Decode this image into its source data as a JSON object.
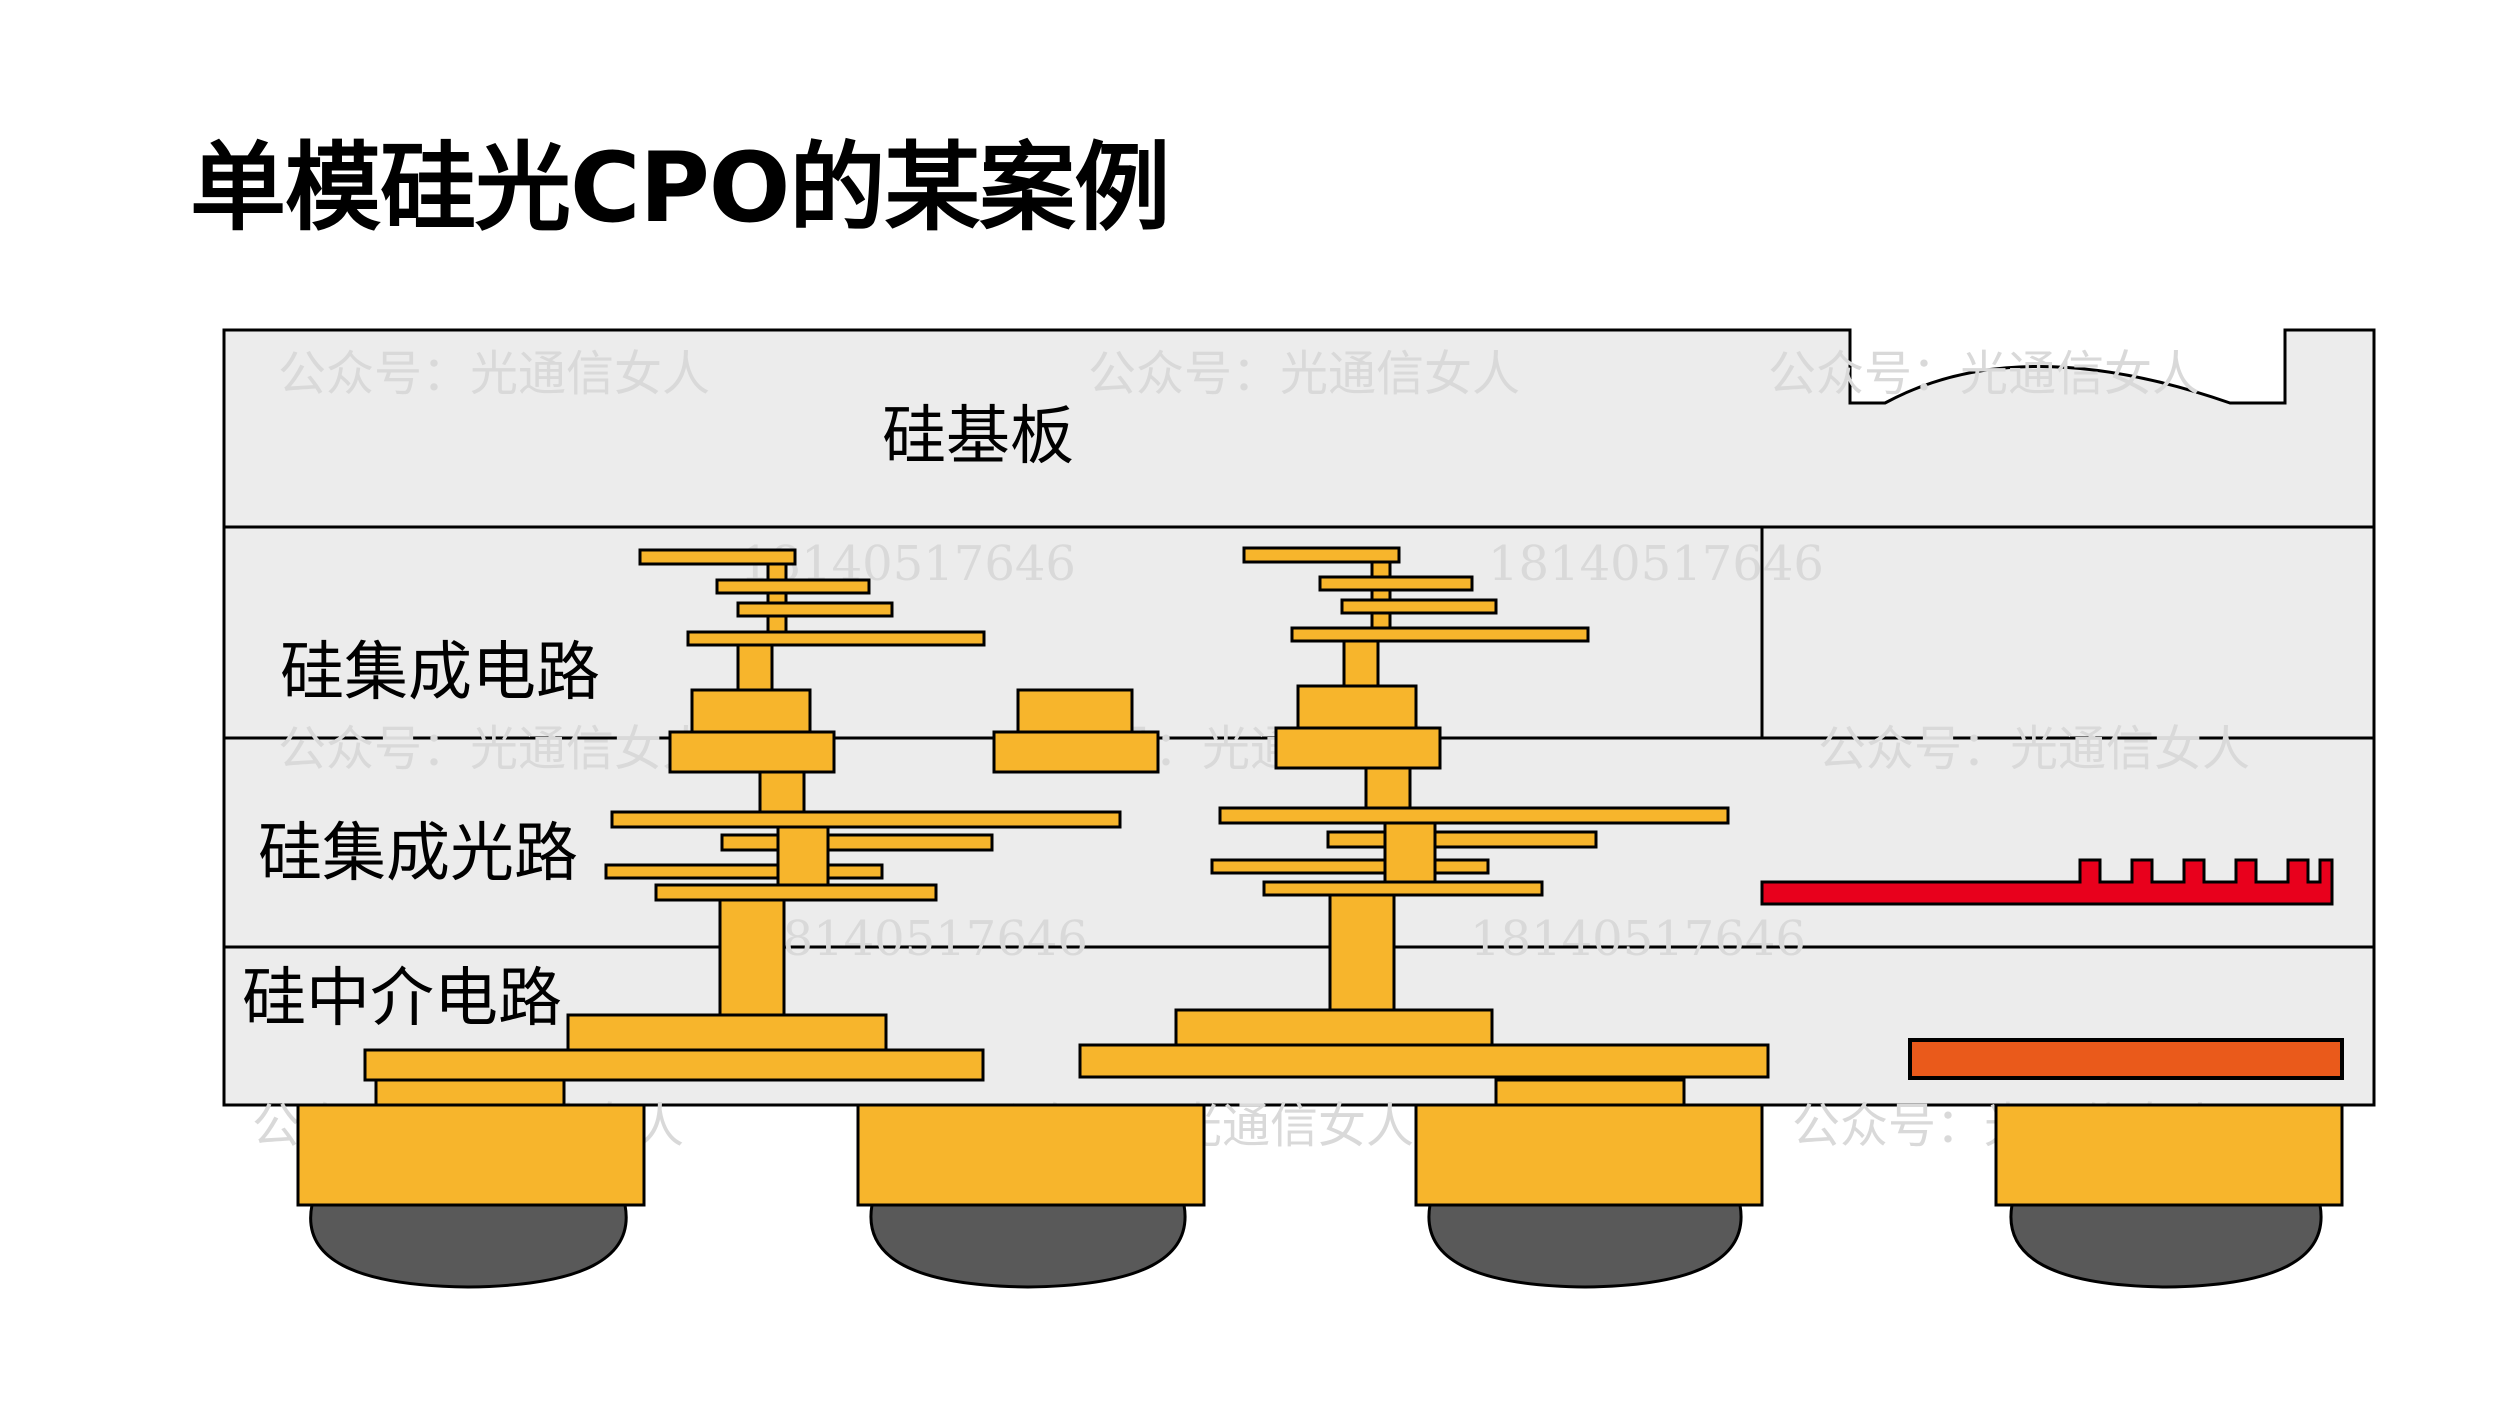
{
  "title": "单模硅光CPO的某案例",
  "layers": {
    "substrate": "硅基板",
    "electronic_ic": "硅集成电路",
    "photonic_ic": "硅集成光路",
    "interposer": "硅中介电路"
  },
  "watermarks": {
    "account": "公众号：光通信女人",
    "phone": "18140517646"
  },
  "colors": {
    "layer_fill": "#ececec",
    "metal": "#f7b52c",
    "solder": "#595959",
    "waveguide": "#e8001c",
    "laser": "#ea5a1b",
    "stroke": "#000000"
  }
}
